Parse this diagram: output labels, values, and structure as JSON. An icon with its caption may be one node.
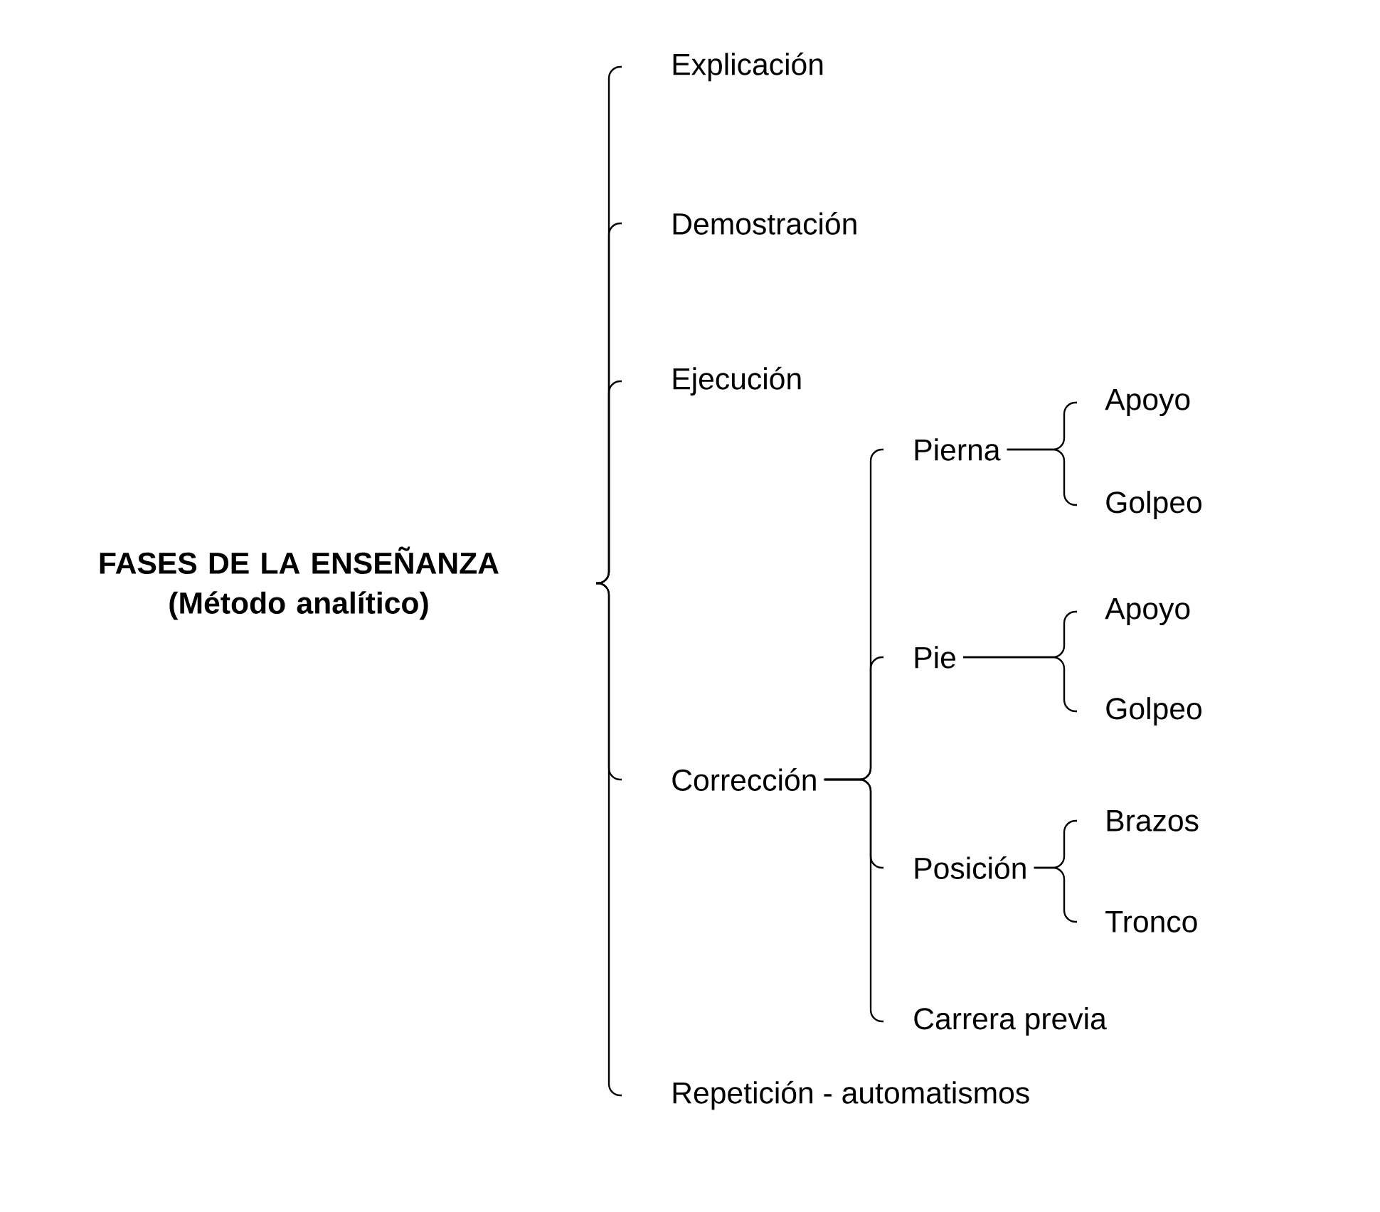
{
  "diagram": {
    "nodes": [
      {
        "text": [
          "FASES DE LA ENSEÑANZA (Método analítico)"
        ]
      },
      {
        "text": [
          "Explicación"
        ]
      },
      {
        "text": [
          "Demostración"
        ]
      },
      {
        "text": [
          "Ejecución"
        ]
      },
      {
        "text": [
          "Corrección"
        ]
      },
      {
        "text": [
          "Repetición - automatismos"
        ]
      },
      {
        "text": [
          "Pierna"
        ]
      },
      {
        "text": [
          "Apoyo"
        ]
      },
      {
        "text": [
          "Golpeo"
        ]
      },
      {
        "text": [
          "Pie"
        ]
      },
      {
        "text": [
          "Apoyo"
        ]
      },
      {
        "text": [
          "Golpeo"
        ]
      },
      {
        "text": [
          "Posición"
        ]
      },
      {
        "text": [
          "Brazos"
        ]
      },
      {
        "text": [
          "Tronco"
        ]
      },
      {
        "text": [
          "Carrera previa"
        ]
      }
    ],
    "edges": [
      {
        "from": 0,
        "to": 1,
        "arrow": "none"
      },
      {
        "from": 0,
        "to": 2,
        "arrow": "none"
      },
      {
        "from": 0,
        "to": 3,
        "arrow": "none"
      },
      {
        "from": 0,
        "to": 4,
        "arrow": "none"
      },
      {
        "from": 0,
        "to": 5,
        "arrow": "none"
      },
      {
        "from": 4,
        "to": 6,
        "arrow": "none"
      },
      {
        "from": 4,
        "to": 9,
        "arrow": "none"
      },
      {
        "from": 4,
        "to": 12,
        "arrow": "none"
      },
      {
        "from": 4,
        "to": 15,
        "arrow": "none"
      },
      {
        "from": 6,
        "to": 7,
        "arrow": "none"
      },
      {
        "from": 6,
        "to": 8,
        "arrow": "none"
      },
      {
        "from": 9,
        "to": 10,
        "arrow": "none"
      },
      {
        "from": 9,
        "to": 11,
        "arrow": "none"
      },
      {
        "from": 12,
        "to": 13,
        "arrow": "none"
      },
      {
        "from": 12,
        "to": 14,
        "arrow": "none"
      }
    ]
  }
}
